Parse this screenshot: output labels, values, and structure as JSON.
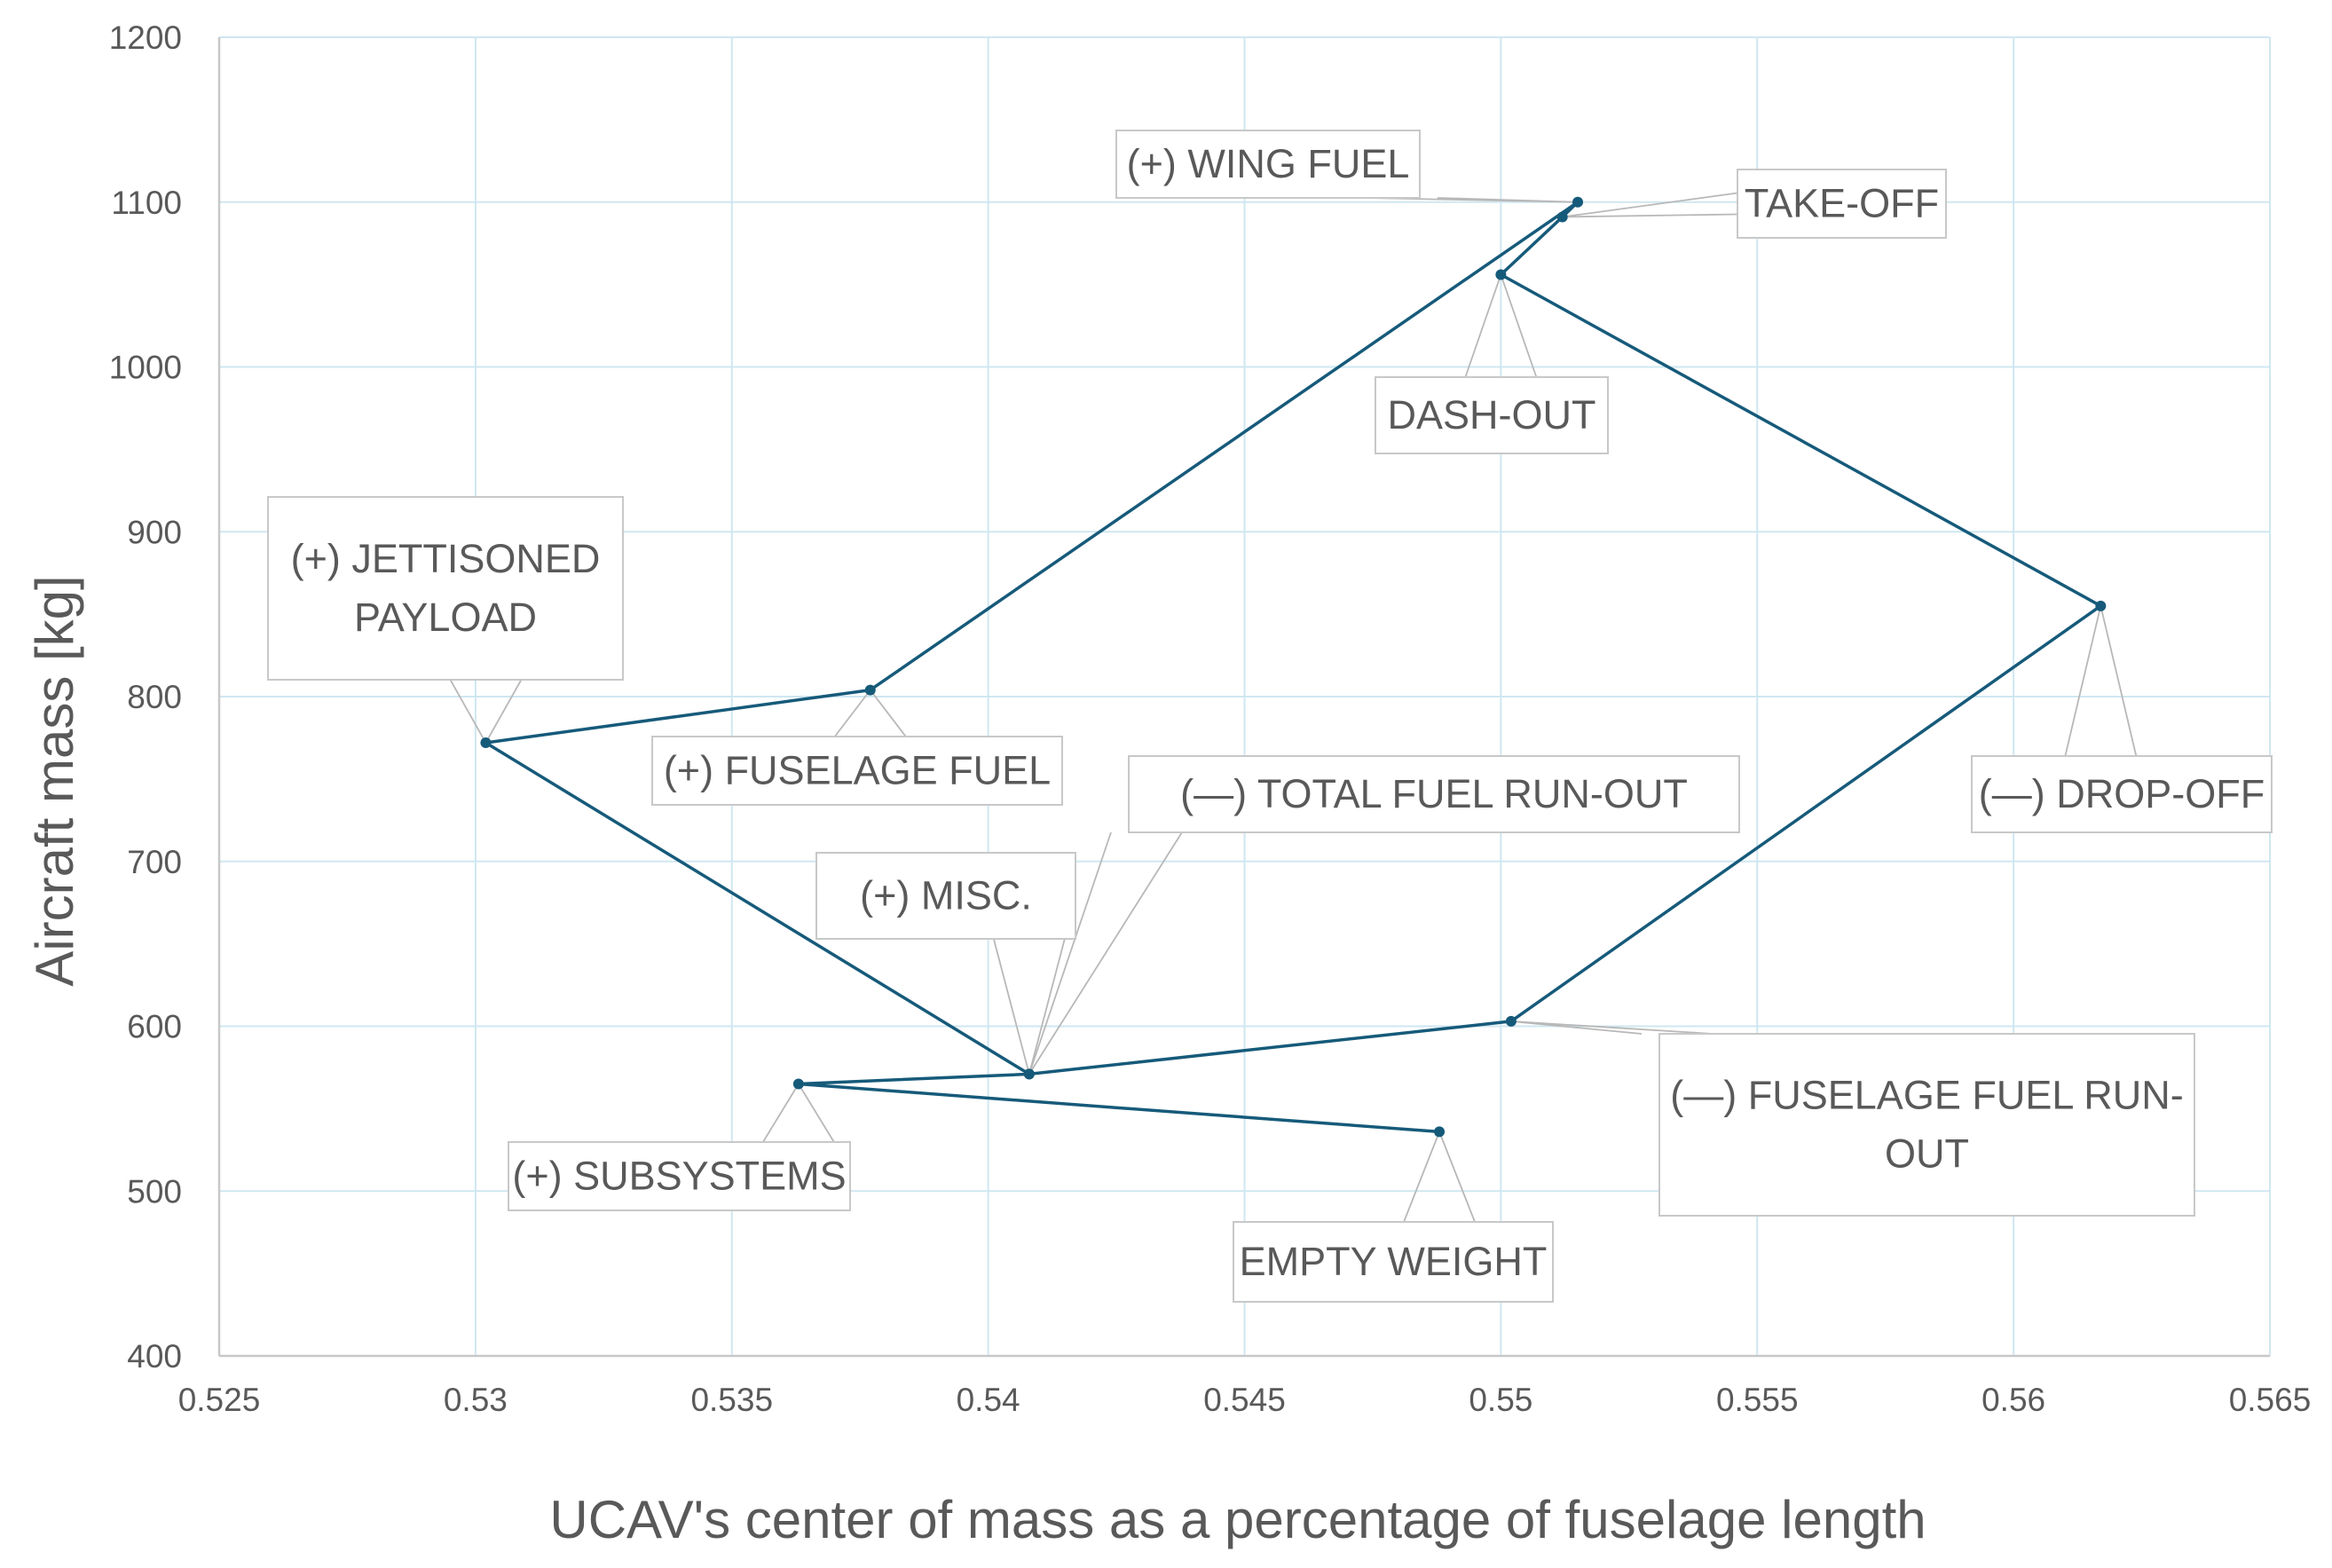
{
  "chart_data": {
    "type": "line",
    "title": "",
    "xlabel": "UCAV's center of mass as a percentage of fuselage length",
    "ylabel": "Aircraft mass [kg]",
    "xlim": [
      0.525,
      0.565
    ],
    "ylim": [
      400,
      1200
    ],
    "x_ticks": [
      "0.525",
      "0.53",
      "0.535",
      "0.54",
      "0.545",
      "0.55",
      "0.555",
      "0.56",
      "0.565"
    ],
    "y_ticks": [
      "400",
      "500",
      "600",
      "700",
      "800",
      "900",
      "1000",
      "1100",
      "1200"
    ],
    "grid": true,
    "legend": "none",
    "series_color": "#165a7a",
    "points": [
      {
        "label": "EMPTY WEIGHT",
        "x": 0.5488,
        "y": 536
      },
      {
        "label": "(+) SUBSYSTEMS",
        "x": 0.5363,
        "y": 565
      },
      {
        "label": "(+) MISC.",
        "x": 0.5408,
        "y": 571
      },
      {
        "label": "(+) JETTISONED PAYLOAD",
        "x": 0.5302,
        "y": 772
      },
      {
        "label": "(+) FUSELAGE FUEL",
        "x": 0.5377,
        "y": 804
      },
      {
        "label": "(+) WING FUEL",
        "x": 0.5515,
        "y": 1100
      },
      {
        "label": "TAKE-OFF",
        "x": 0.5512,
        "y": 1091
      },
      {
        "label": "DASH-OUT",
        "x": 0.55,
        "y": 1056
      },
      {
        "label": "(—) DROP-OFF",
        "x": 0.5617,
        "y": 855
      },
      {
        "label": "(—) FUSELAGE FUEL RUN-OUT",
        "x": 0.5502,
        "y": 603
      },
      {
        "label": "(—) TOTAL FUEL RUN-OUT",
        "x": 0.5408,
        "y": 571
      }
    ]
  }
}
